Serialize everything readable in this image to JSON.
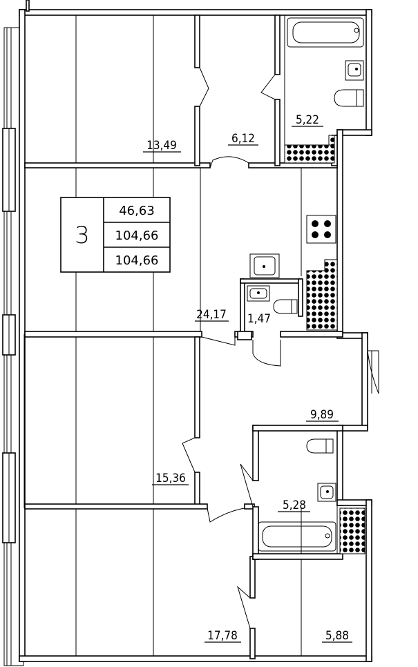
{
  "info_box": {
    "rooms": "3",
    "living_area": "46,63",
    "total_area": "104,66",
    "total_area_2": "104,66"
  },
  "rooms": [
    {
      "id": "room-bedroom-top",
      "area": "13,49"
    },
    {
      "id": "room-wardrobe-top",
      "area": "6,12"
    },
    {
      "id": "room-bath-top",
      "area": "5,22"
    },
    {
      "id": "room-living",
      "area": "24,17"
    },
    {
      "id": "room-wc",
      "area": "1,47"
    },
    {
      "id": "room-hall",
      "area": "9,89"
    },
    {
      "id": "room-bedroom-middle",
      "area": "15,36"
    },
    {
      "id": "room-bath-bottom",
      "area": "5,28"
    },
    {
      "id": "room-bedroom-bottom",
      "area": "17,78"
    },
    {
      "id": "room-storage",
      "area": "5,88"
    }
  ]
}
